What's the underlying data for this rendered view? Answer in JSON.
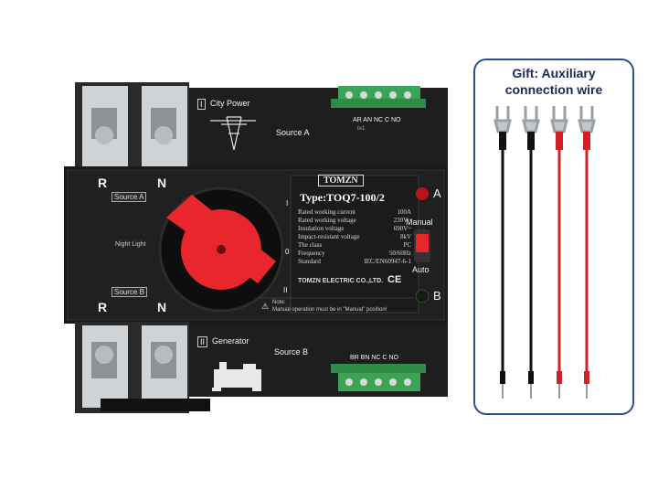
{
  "device": {
    "top_terminal": {
      "title": "City Power",
      "roman": "I",
      "source": "Source A",
      "pins": "AR AN NC C NO",
      "sub": "I≥1"
    },
    "bottom_terminal": {
      "title": "Generator",
      "roman": "II",
      "source": "Source B",
      "pins": "BR BN NC C NO"
    },
    "poles_top": {
      "r": "R",
      "n": "N",
      "tag": "Source A"
    },
    "poles_bottom": {
      "r": "R",
      "n": "N",
      "tag": "Source B"
    },
    "night_light": "Night Light",
    "brand": "TOMZN",
    "type_label": "Type:TOQ7-100/2",
    "specs": [
      {
        "k": "Rated working current",
        "v": "100A"
      },
      {
        "k": "Rated working voltage",
        "v": "230V~"
      },
      {
        "k": "Insulation voltage",
        "v": "690V~"
      },
      {
        "k": "Impact-resistant voltage",
        "v": "8kV"
      },
      {
        "k": "The class",
        "v": "PC"
      },
      {
        "k": "Frequency",
        "v": "50/60Hz"
      },
      {
        "k": "Standard",
        "v": "IEC/EN60947-6-1"
      }
    ],
    "company": "TOMZN ELECTRIC CO.,LTD.",
    "ce": "CE",
    "note_title": "Note:",
    "note_text": "Manual operation must be in \"Manual\" position!",
    "indicator_a": "A",
    "indicator_b": "B",
    "mode_manual": "Manual",
    "mode_auto": "Auto",
    "dial_marks": {
      "top": "I",
      "mid": "0",
      "bottom": "II"
    }
  },
  "gift": {
    "line1": "Gift:  Auxiliary",
    "line2": "connection wire"
  },
  "colors": {
    "accent_red": "#e8262b",
    "body": "#1c1c1c",
    "terminal_green": "#3aa655",
    "frame_blue": "#2d4f8f"
  }
}
